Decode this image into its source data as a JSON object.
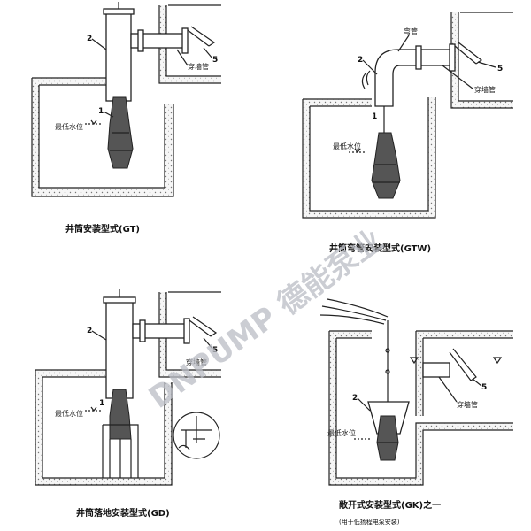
{
  "diagrams": {
    "gt": {
      "caption": "井筒安装型式(GT)",
      "part_2": "2",
      "part_1": "1",
      "part_5": "5",
      "wall_pipe": "穿墙管",
      "min_level": "最低水位"
    },
    "gtw": {
      "caption": "井筒弯管安装型式(GTW)",
      "part_2": "2",
      "part_1": "1",
      "part_5": "5",
      "elbow": "弯管",
      "wall_pipe": "穿墙管",
      "min_level": "最低水位"
    },
    "gd": {
      "caption": "井筒落地安装型式(GD)",
      "part_2": "2",
      "part_1": "1",
      "part_5": "5",
      "wall_pipe": "穿墙管",
      "min_level": "最低水位"
    },
    "gk": {
      "caption": "敞开式安装型式(GK)之一",
      "note": "(用于低扬程电泵安装)",
      "part_2": "2",
      "part_5": "5",
      "wall_pipe": "穿墙管",
      "min_level": "最低水位"
    }
  },
  "watermark": "DNPUMP 德能泵业",
  "colors": {
    "line": "#222222",
    "pump": "#555555",
    "watermark": "#b9bcc4"
  }
}
